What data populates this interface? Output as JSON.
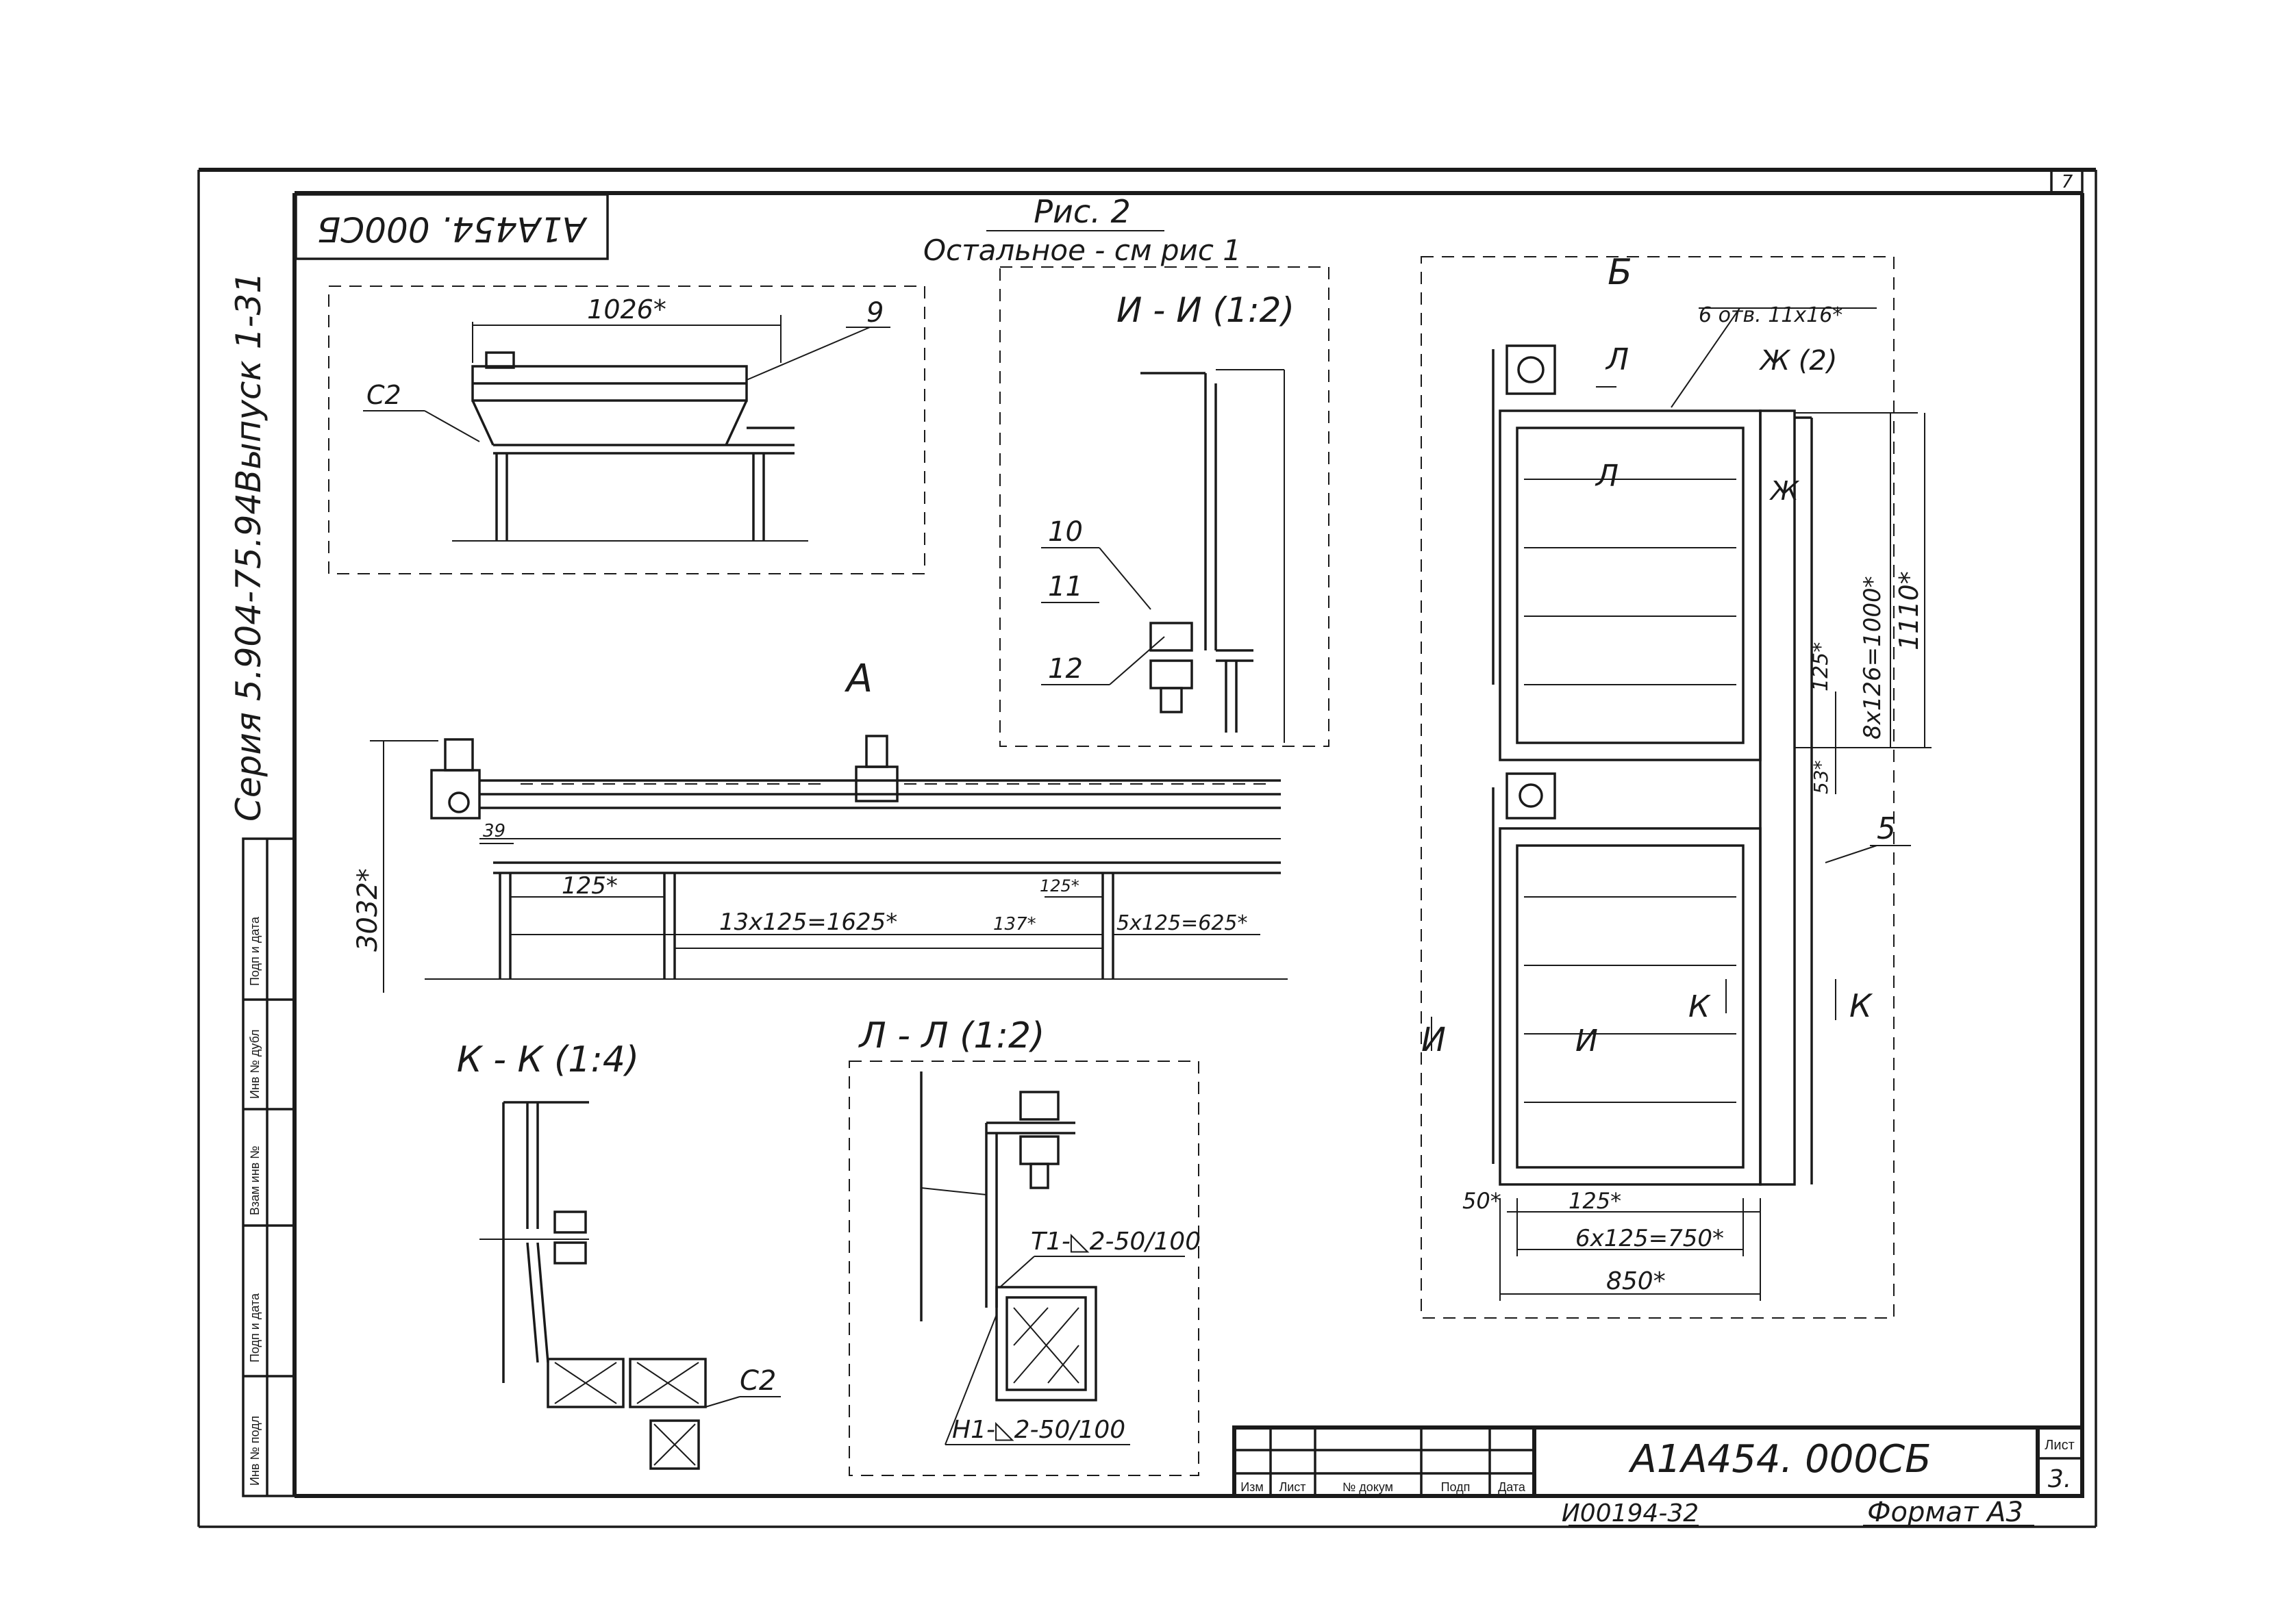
{
  "sheet": {
    "sheet_number_corner": "7",
    "rotated_code": "А1А454. 000СБ",
    "series": "Серия 5.904-75.94",
    "issue": "Выпуск 1-31",
    "figure_title": "Рис. 2",
    "figure_note": "Остальное - см рис 1",
    "side_strip": [
      "Инв № подл",
      "Подп и дата",
      "Взам инв №",
      "Инв № дубл",
      "Подп и дата"
    ]
  },
  "views": {
    "top_elevation": {
      "dim_length": "1026*",
      "label_9": "9",
      "label_c2": "С2"
    },
    "section_ii": {
      "title": "И - И (1:2)",
      "labels": [
        "10",
        "11",
        "12"
      ]
    },
    "view_a": {
      "title": "А",
      "dim_height": "3032*",
      "dim_39": "39",
      "dim_125": "125*",
      "dim_13x125": "13х125=1625*",
      "dim_125b": "125*",
      "dim_137": "137*",
      "dim_5x125": "5х125=625*"
    },
    "section_kk": {
      "title": "К - К (1:4)",
      "label_c2": "С2"
    },
    "section_ll": {
      "title": "Л - Л (1:2)",
      "weld_top": "Т1-◺2-50/100",
      "weld_bottom": "Н1-◺2-50/100"
    },
    "view_b": {
      "title": "Б",
      "holes": "6 отв. 11х16*",
      "mark_l_top": "Л",
      "mark_l_inner": "Л",
      "mark_zh": "Ж (2)",
      "mark_zh_inner": "Ж",
      "dim_8x125": "8х126=1000*",
      "dim_1110": "1110*",
      "dim_125": "125*",
      "dim_53": "53*",
      "label_5": "5",
      "mark_i_left": "И",
      "mark_i_inner": "И",
      "mark_k_inner": "К",
      "mark_k_right": "К",
      "dim_50": "50*",
      "dim_125b": "125*",
      "dim_6x125": "6х125=750*",
      "dim_850": "850*"
    }
  },
  "title_block": {
    "designation": "А1А454. 000СБ",
    "columns": [
      "Изм",
      "Лист",
      "№ докум",
      "Подп",
      "Дата"
    ],
    "sheet_label": "Лист",
    "sheet_value": "3.",
    "footer_code": "И00194-32",
    "footer_format": "Формат А3"
  }
}
